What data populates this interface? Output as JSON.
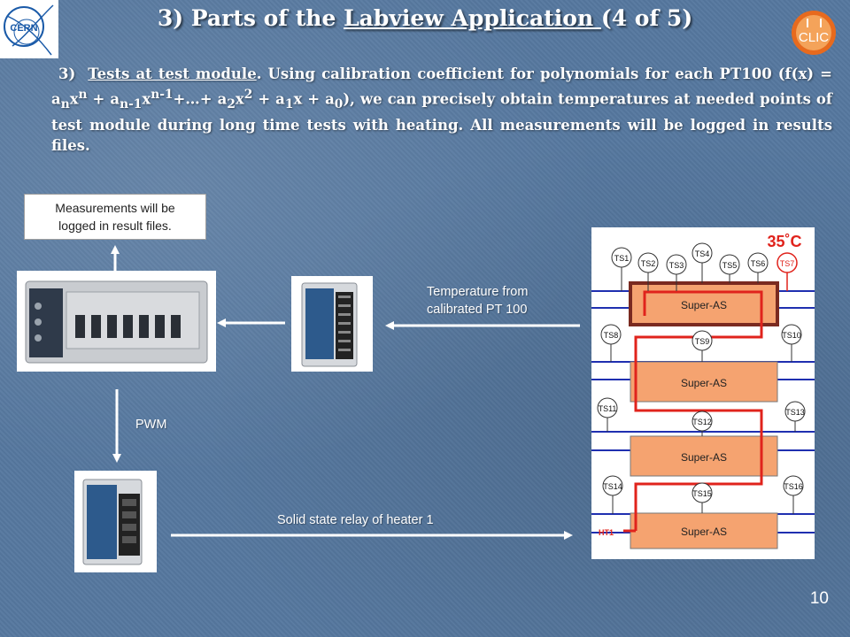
{
  "slide": {
    "title_prefix": "3) Parts of the ",
    "title_link": "Labview Application ",
    "title_suffix": "(4 of 5)",
    "page_number": "10"
  },
  "logos": {
    "left": "CERN",
    "right": "CLIC"
  },
  "paragraph": {
    "number": "3)",
    "heading": "Tests at test module",
    "body": ". Using calibration coefficient for polynomials for each PT100 (f(x) = a",
    "formula_tail": "x + a",
    "continuation": "), we can precisely obtain temperatures at needed points of test module during long time tests with heating. All measurements will be logged in results files."
  },
  "diagram": {
    "note_line1": "Measurements will be",
    "note_line2": "logged in result files.",
    "temp_label_line1": "Temperature from",
    "temp_label_line2": "calibrated PT 100",
    "pwm_label": "PWM",
    "relay_label": "Solid state relay of heater 1",
    "module": {
      "temperature": "35˚C",
      "blocks": [
        "Super-AS",
        "Super-AS",
        "Super-AS",
        "Super-AS"
      ],
      "sensors_top": [
        "TS1",
        "TS2",
        "TS3",
        "TS4",
        "TS5",
        "TS6",
        "TS7"
      ],
      "sensors_row2": [
        "TS8",
        "TS9",
        "TS10"
      ],
      "sensors_row3": [
        "TS11",
        "TS12",
        "TS13"
      ],
      "sensors_row4": [
        "TS14",
        "TS15",
        "TS16"
      ],
      "heater": "HT1"
    }
  },
  "colors": {
    "accent_red": "#e0231c",
    "block_orange": "#f5a370",
    "line_blue": "#1f2fb0"
  }
}
